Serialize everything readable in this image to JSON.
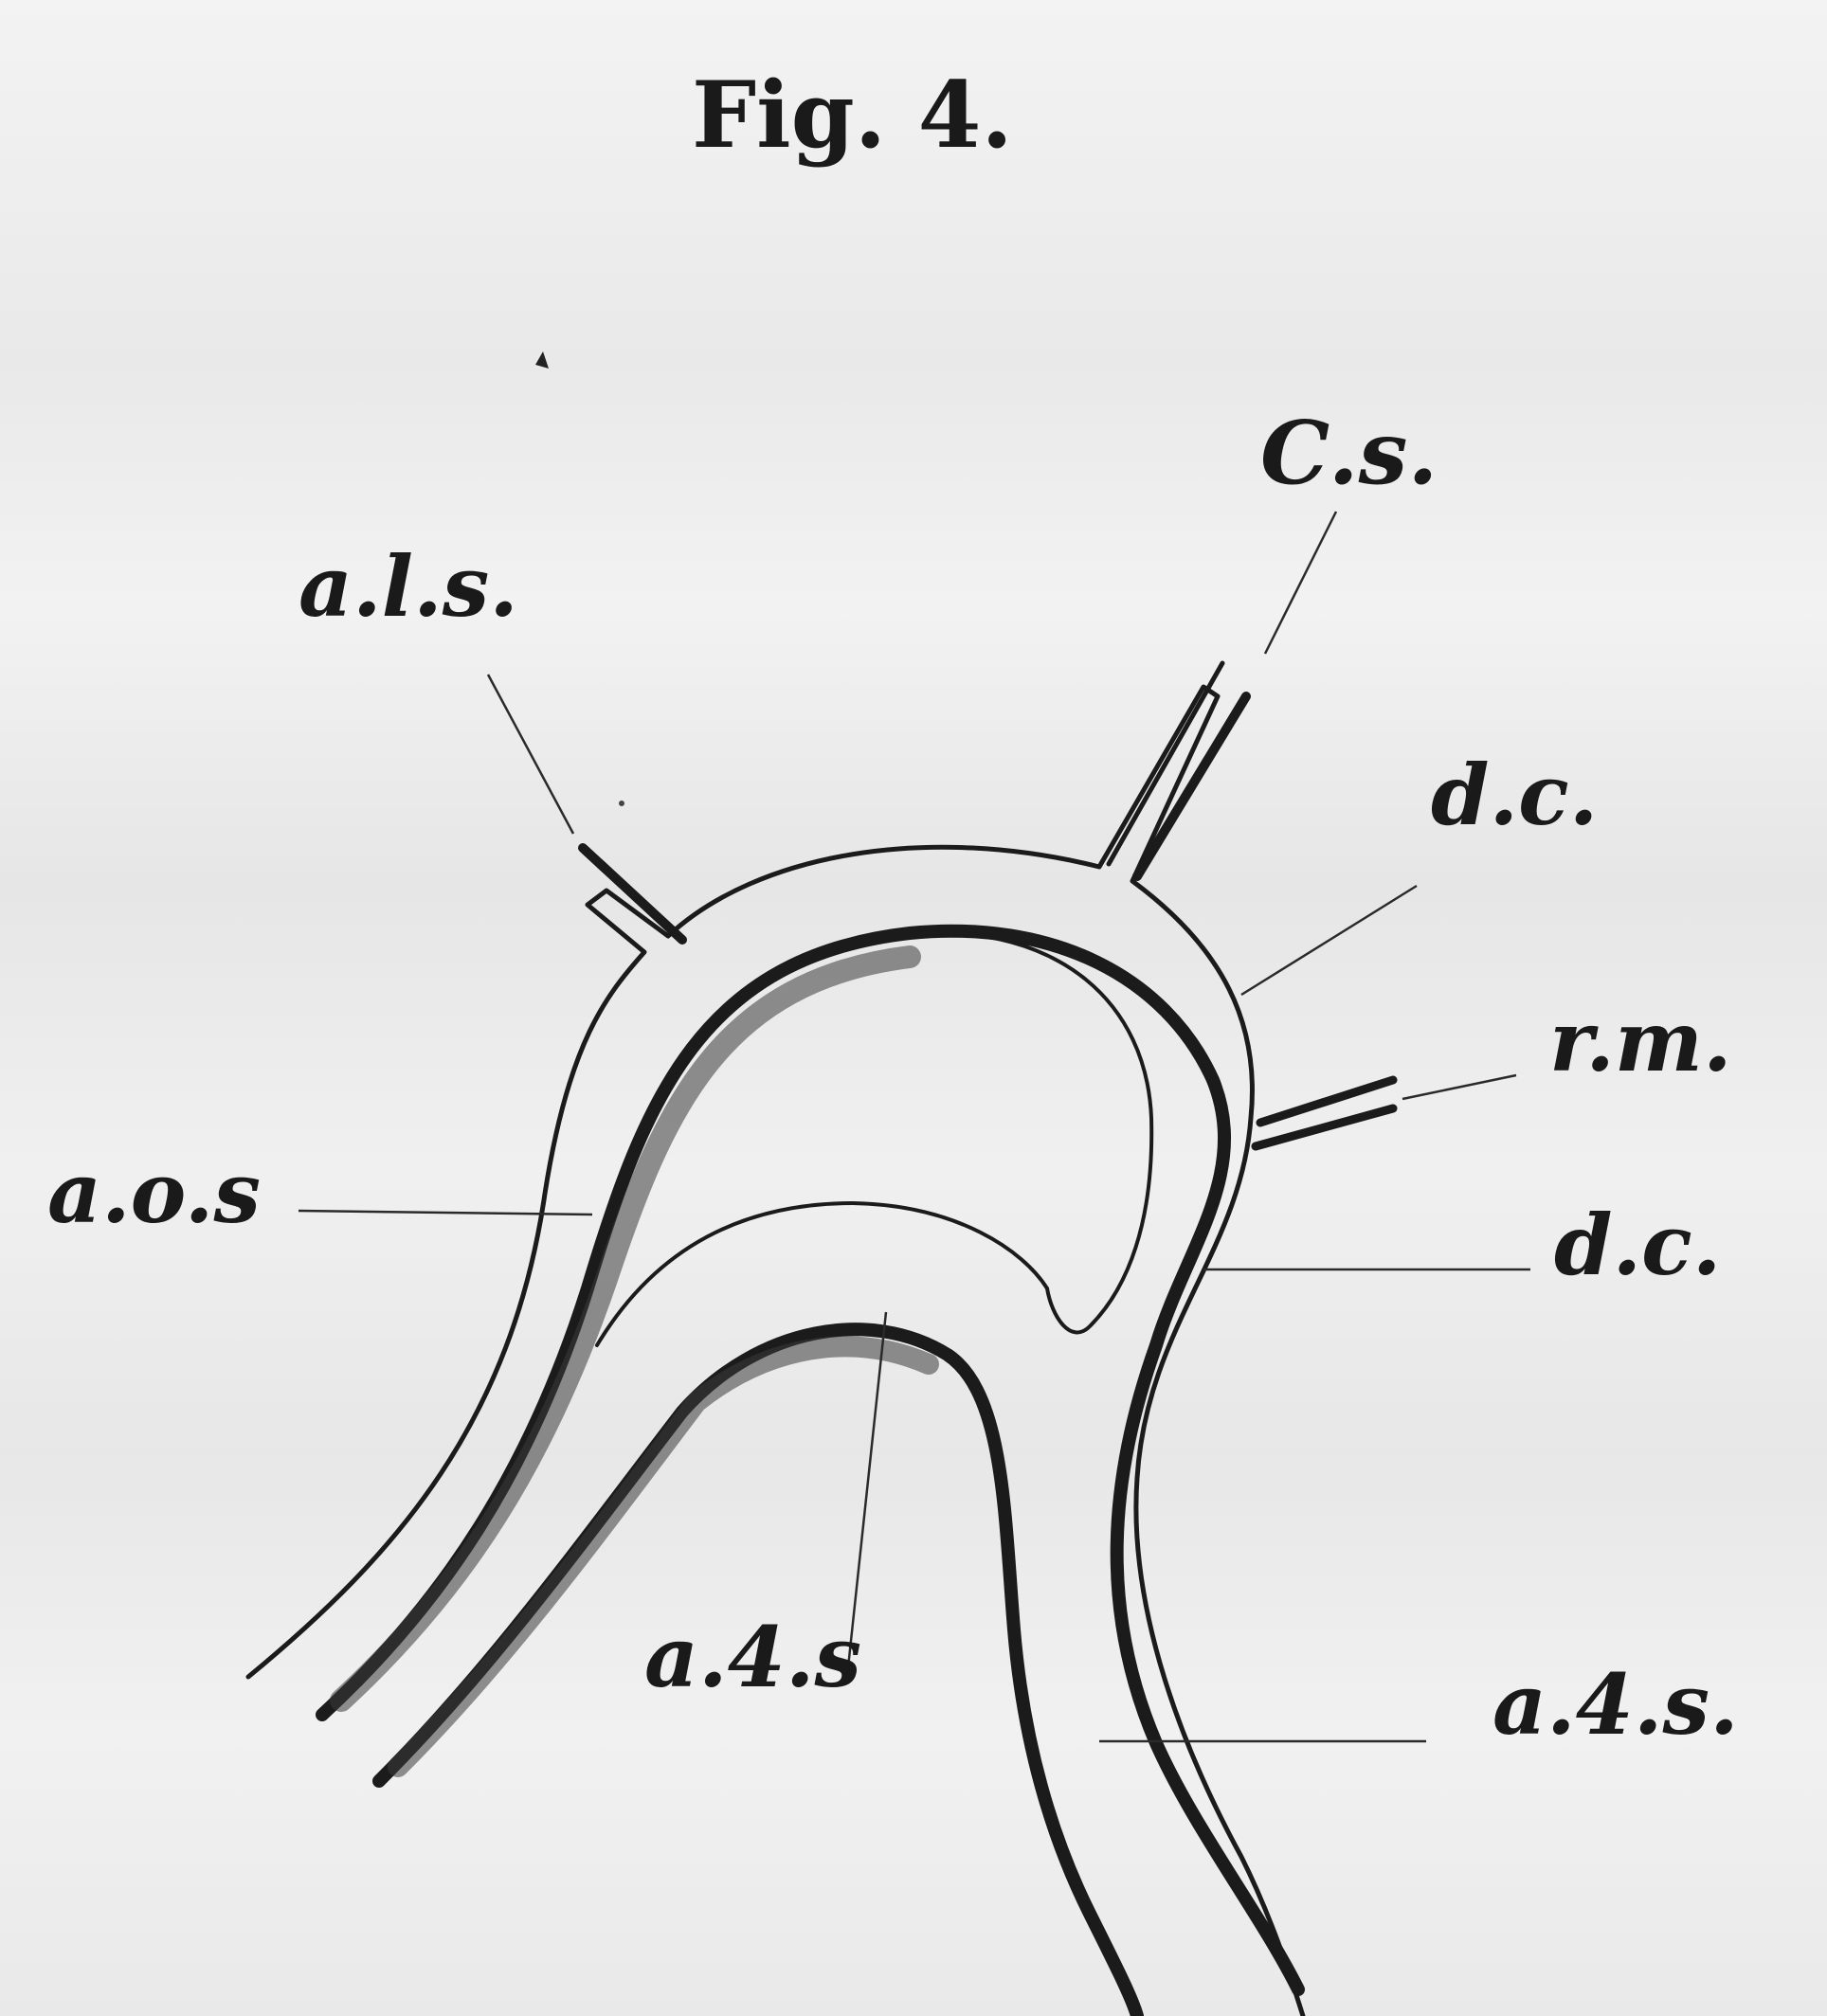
{
  "figure": {
    "title": "Fig. 4."
  },
  "labels": {
    "cs": "C.s.",
    "als": "a.l.s.",
    "dc_upper": "d.c.",
    "rm": "r.m.",
    "aos": "a.o.s",
    "dc_lower": "d.c.",
    "a4s_left": "a.4.s",
    "a4s_right": "a.4.s."
  },
  "colors": {
    "ink": "#1b1b1b",
    "paper": "#f1f1f1"
  }
}
